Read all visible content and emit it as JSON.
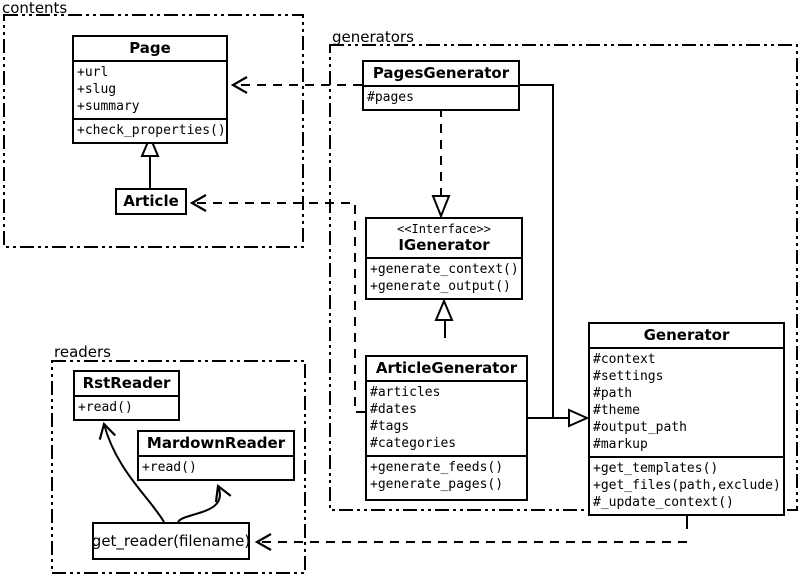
{
  "diagram_title": "UML class diagram",
  "colors": {
    "line": "#000000",
    "background": "#ffffff"
  },
  "packages": {
    "contents": {
      "label": "contents"
    },
    "generators": {
      "label": "generators"
    },
    "readers": {
      "label": "readers"
    }
  },
  "classes": {
    "page": {
      "name": "Page",
      "attributes": [
        "+url",
        "+slug",
        "+summary"
      ],
      "methods": [
        "+check_properties()"
      ]
    },
    "article": {
      "name": "Article"
    },
    "pages_generator": {
      "name": "PagesGenerator",
      "attributes": [
        "#pages"
      ]
    },
    "igenerator": {
      "stereotype": "<<Interface>>",
      "name": "IGenerator",
      "methods": [
        "+generate_context()",
        "+generate_output()"
      ]
    },
    "article_generator": {
      "name": "ArticleGenerator",
      "attributes": [
        "#articles",
        "#dates",
        "#tags",
        "#categories"
      ],
      "methods": [
        "+generate_feeds()",
        "+generate_pages()"
      ]
    },
    "generator": {
      "name": "Generator",
      "attributes": [
        "#context",
        "#settings",
        "#path",
        "#theme",
        "#output_path",
        "#markup"
      ],
      "methods": [
        "+get_templates()",
        "+get_files(path,exclude)",
        "#_update_context()"
      ]
    },
    "rst_reader": {
      "name": "RstReader",
      "methods": [
        "+read()"
      ]
    },
    "mardown_reader": {
      "name": "MardownReader",
      "methods": [
        "+read()"
      ]
    },
    "get_reader": {
      "label": "get_reader(filename)"
    }
  },
  "relations": [
    {
      "from": "Article",
      "to": "Page",
      "type": "generalization"
    },
    {
      "from": "PagesGenerator",
      "to": "Page",
      "type": "dependency"
    },
    {
      "from": "PagesGenerator",
      "to": "IGenerator",
      "type": "realization"
    },
    {
      "from": "ArticleGenerator",
      "to": "IGenerator",
      "type": "generalization"
    },
    {
      "from": "ArticleGenerator",
      "to": "Article",
      "type": "dependency"
    },
    {
      "from": "PagesGenerator",
      "to": "Generator",
      "type": "generalization"
    },
    {
      "from": "ArticleGenerator",
      "to": "Generator",
      "type": "generalization"
    },
    {
      "from": "Generator",
      "to": "get_reader(filename)",
      "type": "dependency"
    },
    {
      "from": "get_reader(filename)",
      "to": "RstReader",
      "type": "arrow"
    },
    {
      "from": "get_reader(filename)",
      "to": "MardownReader",
      "type": "arrow"
    }
  ]
}
